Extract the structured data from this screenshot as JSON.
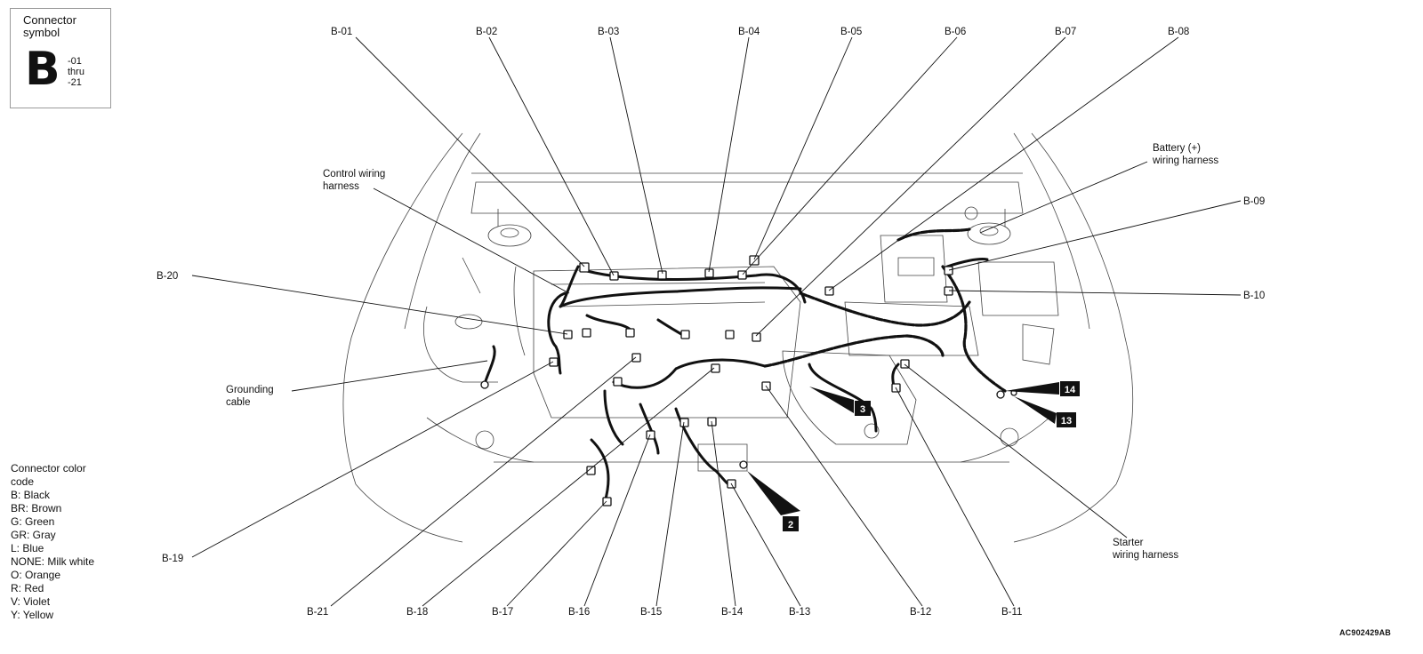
{
  "connector_symbol": {
    "title": "Connector\nsymbol",
    "letter": "B",
    "range": "-01\nthru\n-21"
  },
  "color_code": {
    "title": "Connector color",
    "title2": "code",
    "items": [
      "B: Black",
      "BR: Brown",
      "G: Green",
      "GR: Gray",
      "L: Blue",
      "NONE: Milk white",
      "O: Orange",
      "R: Red",
      "V: Violet",
      "Y: Yellow"
    ]
  },
  "connectors": {
    "b01": "B-01",
    "b02": "B-02",
    "b03": "B-03",
    "b04": "B-04",
    "b05": "B-05",
    "b06": "B-06",
    "b07": "B-07",
    "b08": "B-08",
    "b09": "B-09",
    "b10": "B-10",
    "b11": "B-11",
    "b12": "B-12",
    "b13": "B-13",
    "b14": "B-14",
    "b15": "B-15",
    "b16": "B-16",
    "b17": "B-17",
    "b18": "B-18",
    "b19": "B-19",
    "b20": "B-20",
    "b21": "B-21"
  },
  "harness_labels": {
    "control_1": "Control wiring",
    "control_2": "harness",
    "battery_1": "Battery (+)",
    "battery_2": "wiring harness",
    "grounding_1": "Grounding",
    "grounding_2": "cable",
    "starter_1": "Starter",
    "starter_2": "wiring harness"
  },
  "ground_points": {
    "g2": "2",
    "g3": "3",
    "g13": "13",
    "g14": "14"
  },
  "figure_id": "AC902429AB"
}
